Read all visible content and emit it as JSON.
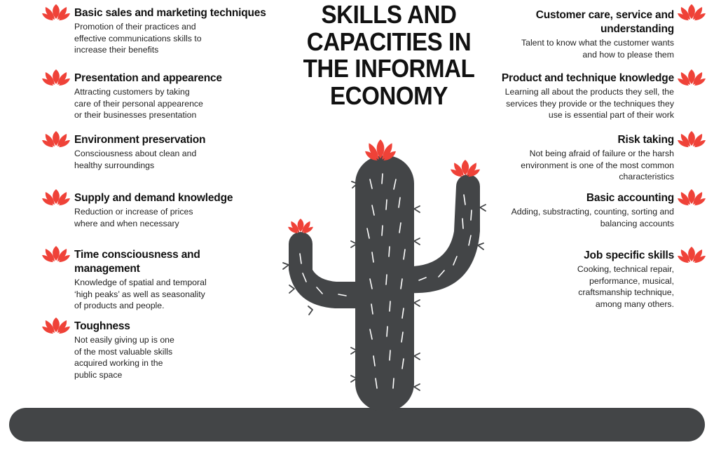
{
  "title": "SKILLS AND CAPACITIES IN THE INFORMAL ECONOMY",
  "colors": {
    "accent": "#ef4238",
    "cactus": "#434547",
    "spines": "#ffffff",
    "text": "#1a1a1a"
  },
  "icon": "lotus-flower-icon",
  "left_skills": [
    {
      "title": "Basic sales and marketing techniques",
      "desc": [
        "Promotion of their practices and",
        "effective communications skills to",
        "increase their benefits"
      ]
    },
    {
      "title": "Presentation and appearence",
      "desc": [
        "Attracting customers by taking",
        "care of their personal appearence",
        "or their businesses presentation"
      ]
    },
    {
      "title": "Environment preservation",
      "desc": [
        "Consciousness about clean and",
        "healthy surroundings"
      ]
    },
    {
      "title": "Supply and demand knowledge",
      "desc": [
        "Reduction or increase of prices",
        "where and when necessary"
      ]
    },
    {
      "title": "Time consciousness and management",
      "desc": [
        "Knowledge of spatial and temporal",
        "‘high peaks’ as well as seasonality",
        "of products and people."
      ]
    },
    {
      "title": "Toughness",
      "desc": [
        "Not easily giving up is one",
        "of the most valuable skills",
        "acquired working in the",
        "public space"
      ]
    }
  ],
  "right_skills": [
    {
      "title": "Customer care, service and understanding",
      "desc": [
        "Talent to know what the customer wants",
        "and how to please them"
      ]
    },
    {
      "title": "Product and technique knowledge",
      "desc": [
        "Learning all about the products they sell, the",
        "services they provide or the techniques they",
        "use is essential part of their work"
      ]
    },
    {
      "title": "Risk taking",
      "desc": [
        "Not being afraid of failure or the harsh",
        "environment is one of the most common",
        "characteristics"
      ]
    },
    {
      "title": "Basic accounting",
      "desc": [
        "Adding, substracting, counting, sorting and",
        "balancing accounts"
      ]
    },
    {
      "title": "Job specific skills",
      "desc": [
        "Cooking, technical repair,",
        "performance, musical,",
        "craftsmanship technique,",
        "among many others."
      ]
    }
  ]
}
